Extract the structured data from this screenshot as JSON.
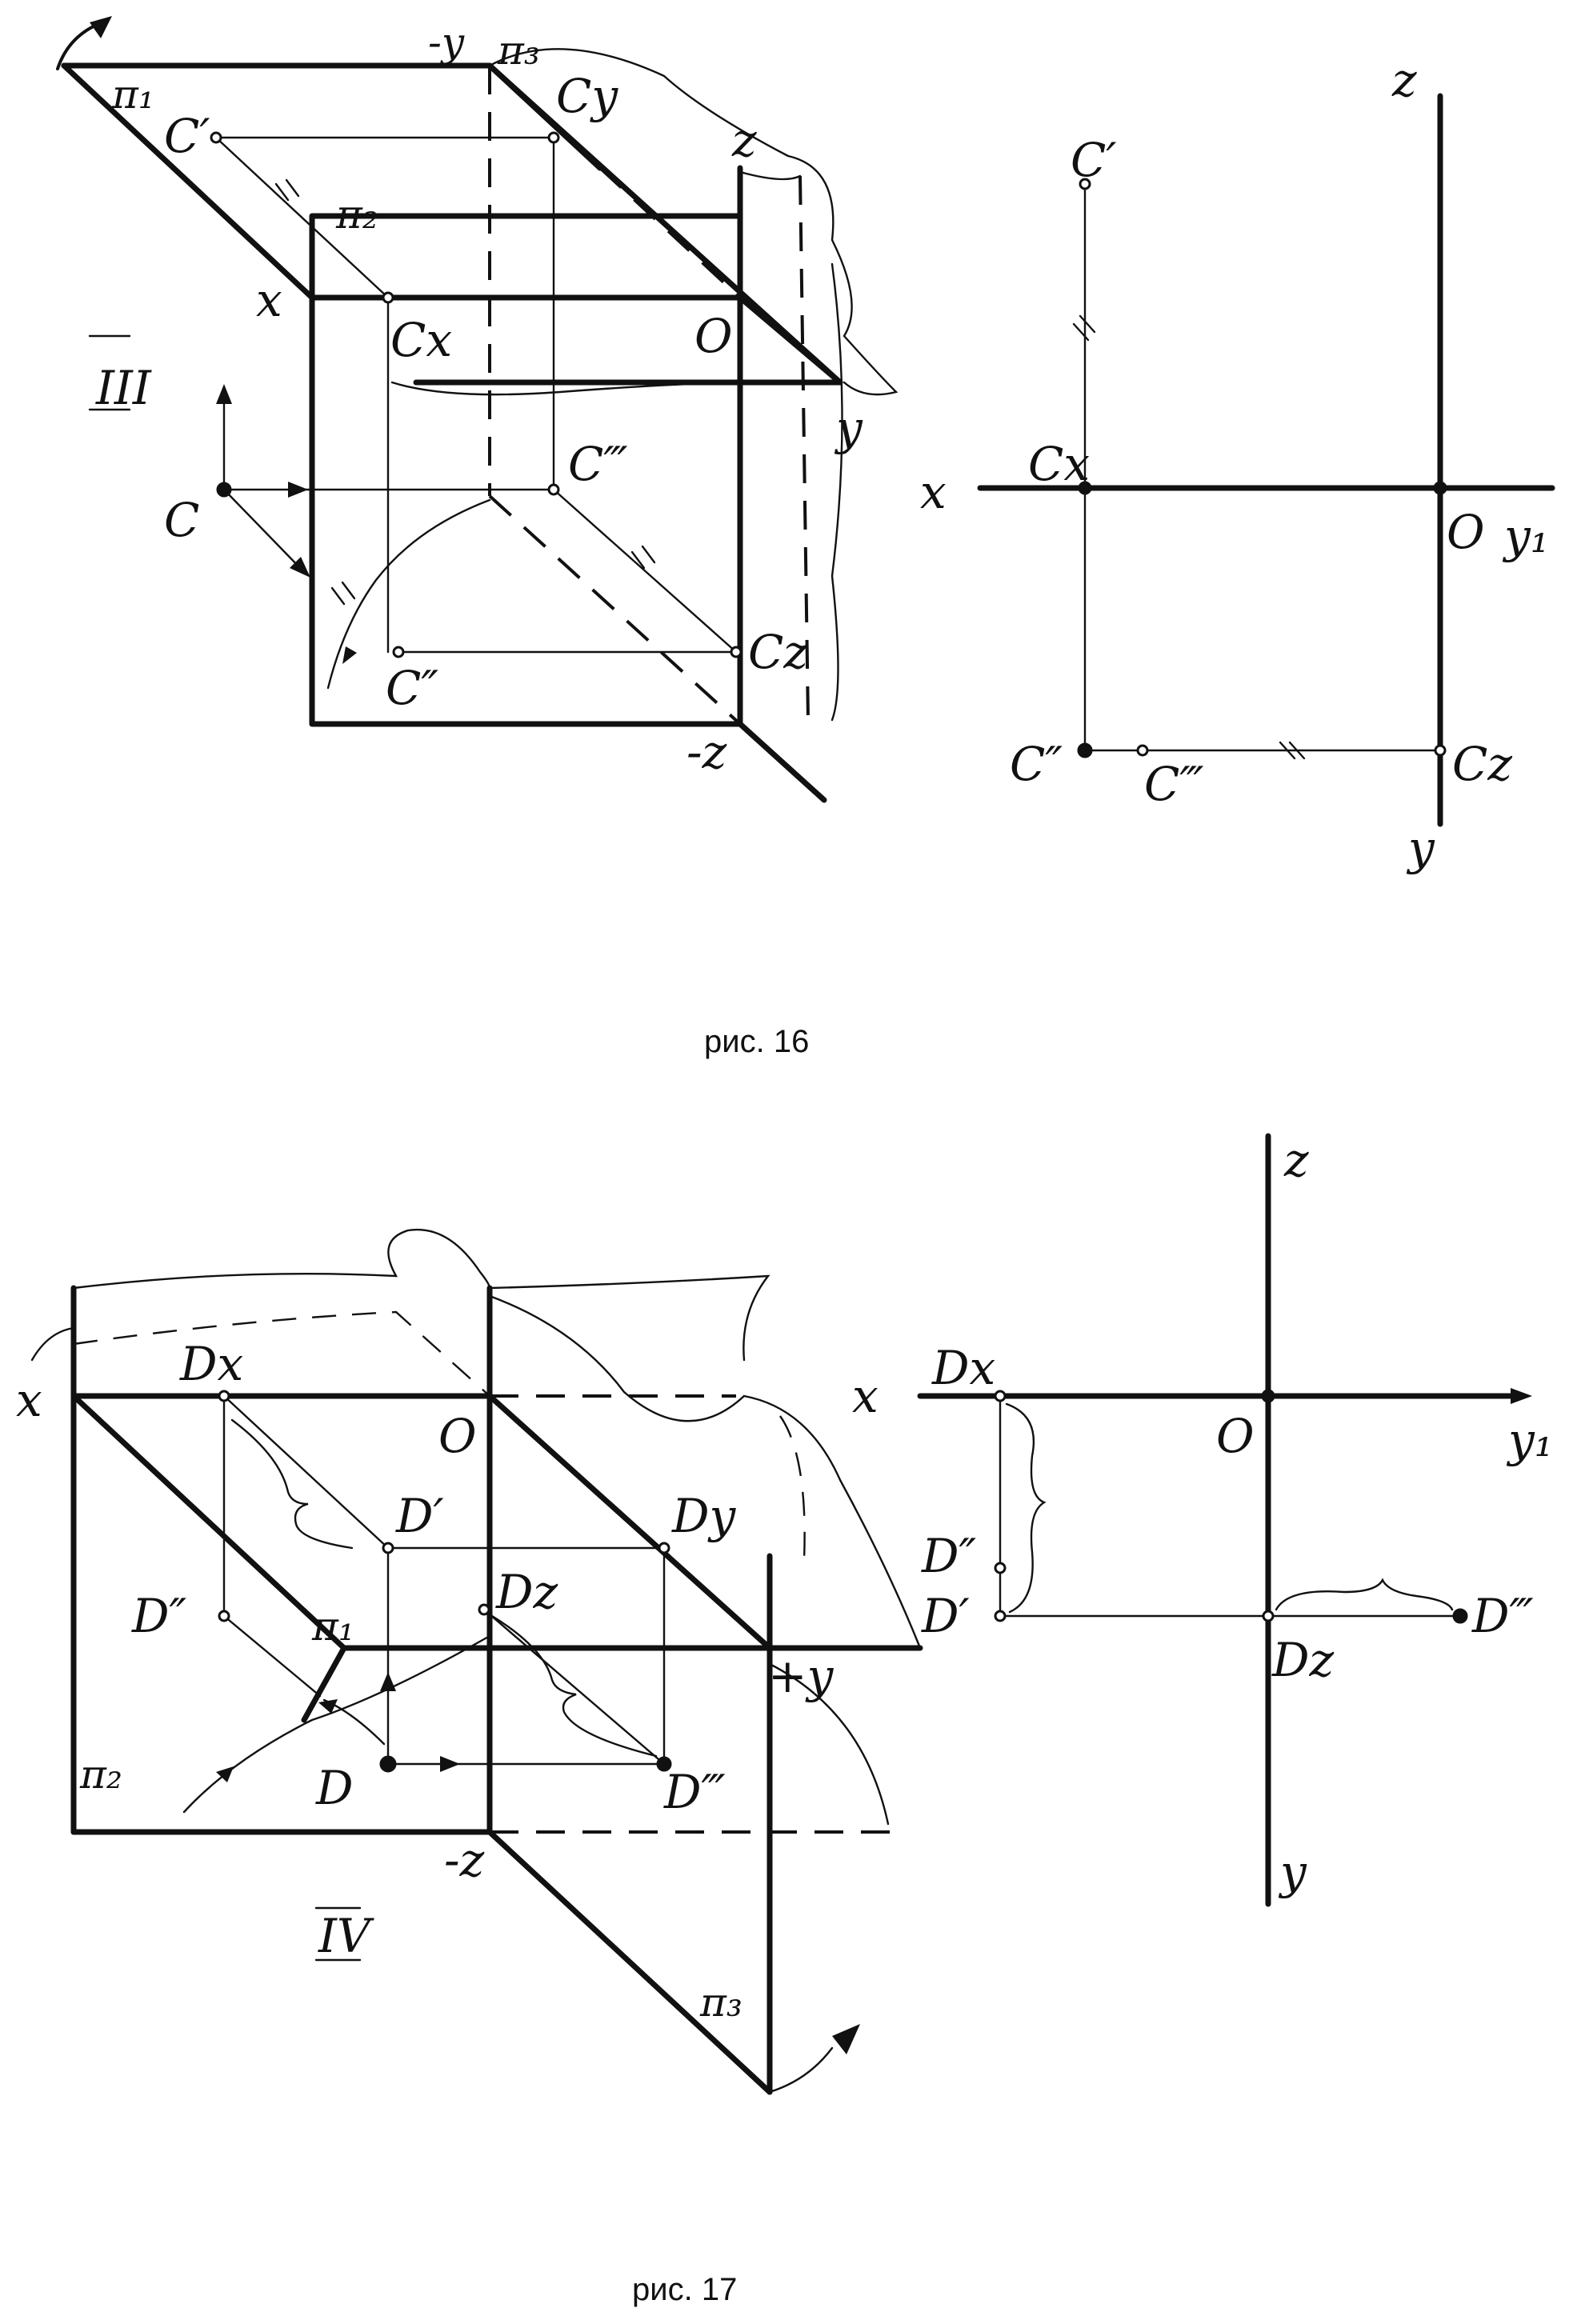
{
  "figure16": {
    "caption": "рис. 16",
    "octant": "III",
    "planes": {
      "p1": "π₁",
      "p2": "π₂",
      "p3": "π₃"
    },
    "axes": {
      "x": "x",
      "y": "y",
      "neg_y": "-y",
      "z": "z",
      "neg_z": "-z",
      "o": "O"
    },
    "points": {
      "c": "C",
      "c1": "C′",
      "c2": "C″",
      "c3": "C‴",
      "cx": "Cx",
      "cy": "Cy",
      "cz": "Cz"
    },
    "epure": {
      "x": "x",
      "z": "z",
      "o": "O",
      "y1": "y₁",
      "y": "y",
      "c1": "C′",
      "c2": "C″",
      "c3": "C‴",
      "cx": "Cx",
      "cz": "Cz"
    }
  },
  "figure17": {
    "caption": "рис. 17",
    "octant": "IV",
    "planes": {
      "p1": "π₁",
      "p2": "π₂",
      "p3": "π₃"
    },
    "axes": {
      "x": "x",
      "o": "O",
      "pos_y": "+y",
      "neg_z": "-z"
    },
    "points": {
      "d": "D",
      "d1": "D′",
      "d2": "D″",
      "d3": "D‴",
      "dx": "Dx",
      "dy": "Dy",
      "dz": "Dz"
    },
    "epure": {
      "x": "x",
      "z": "z",
      "o": "O",
      "y1": "y₁",
      "y": "y",
      "d1": "D′",
      "d2": "D″",
      "d3": "D‴",
      "dx": "Dx",
      "dz": "Dz"
    }
  }
}
